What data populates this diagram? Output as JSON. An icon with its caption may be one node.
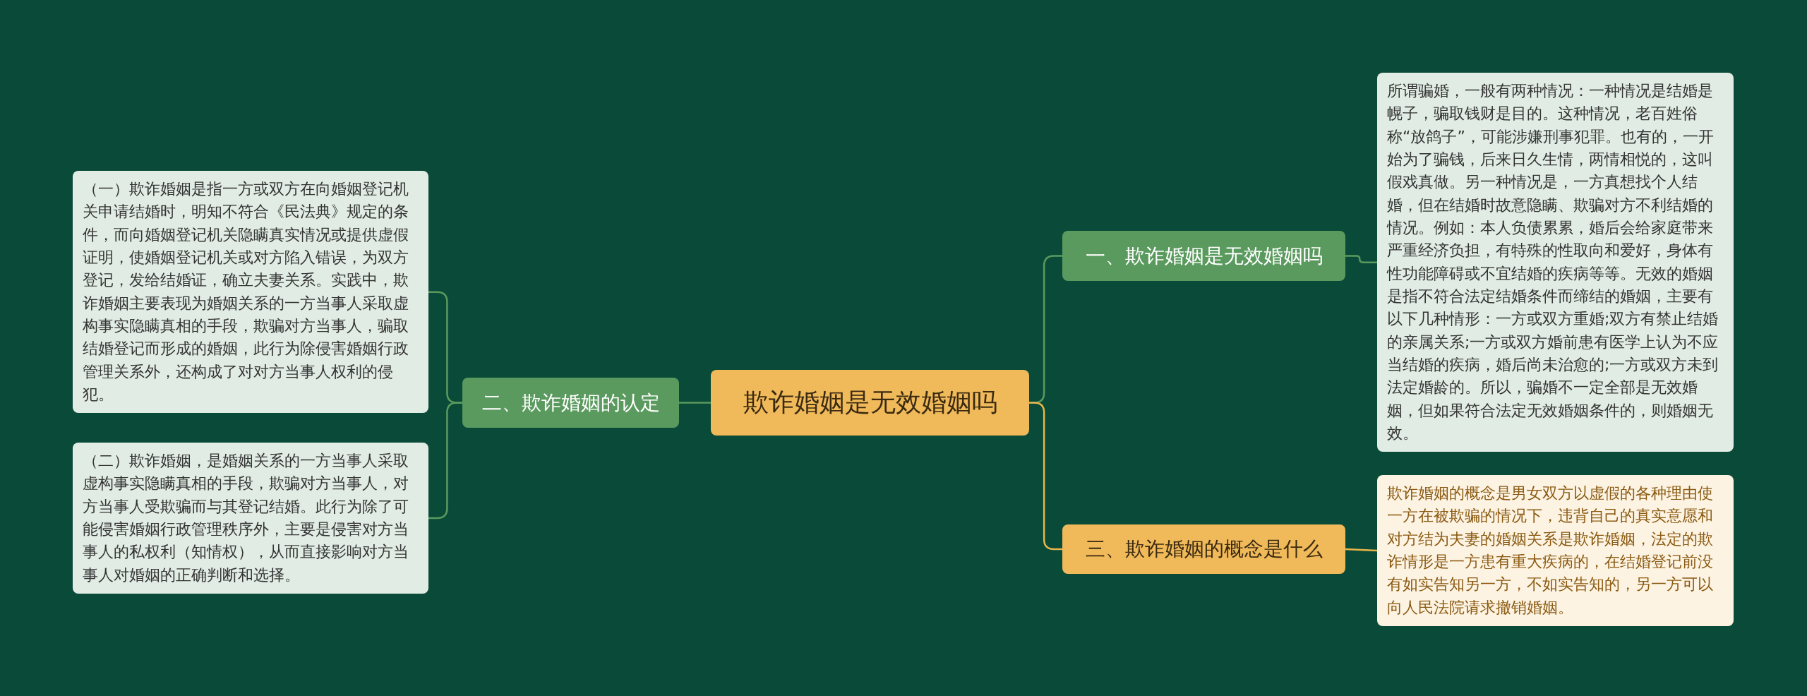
{
  "diagram": {
    "nodes": [
      {
        "text": [
          "欺诈婚姻是无效婚姻吗"
        ]
      },
      {
        "text": [
          "二、欺诈婚姻的认定"
        ]
      },
      {
        "text": [
          "（一）欺诈婚姻是指一方或双方在向婚姻登记机关申请结婚时，明知不符合《民法典》规定的条件，而向婚姻登记机关隐瞒真实情况或提供虚假证明，使婚姻登记机关或对方陷入错误，为双方登记，发给结婚证，确立夫妻关系。实践中，欺诈婚姻主要表现为婚姻关系的一方当事人采取虚构事实隐瞒真相的手段，欺骗对方当事人，骗取结婚登记而形成的婚姻，此行为除侵害婚姻行政管理关系外，还构成了对对方当事人权利的侵犯。"
        ]
      },
      {
        "text": [
          "（二）欺诈婚姻，是婚姻关系的一方当事人采取虚构事实隐瞒真相的手段，欺骗对方当事人，对方当事人受欺骗而与其登记结婚。此行为除了可能侵害婚姻行政管理秩序外，主要是侵害对方当事人的私权利（知情权），从而直接影响对方当事人对婚姻的正确判断和选择。"
        ]
      },
      {
        "text": [
          "一、欺诈婚姻是无效婚姻吗"
        ]
      },
      {
        "text": [
          "所谓骗婚，一般有两种情况：一种情况是结婚是幌子，骗取钱财是目的。这种情况，老百姓俗称“放鸽子”，可能涉嫌刑事犯罪。也有的，一开始为了骗钱，后来日久生情，两情相悦的，这叫假戏真做。另一种情况是，一方真想找个人结婚，但在结婚时故意隐瞒、欺骗对方不利结婚的情况。例如：本人负债累累，婚后会给家庭带来严重经济负担，有特殊的性取向和爱好，身体有性功能障碍或不宜结婚的疾病等等。无效的婚姻是指不符合法定结婚条件而缔结的婚姻，主要有以下几种情形：一方或双方重婚;双方有禁止结婚的亲属关系;一方或双方婚前患有医学上认为不应当结婚的疾病，婚后尚未治愈的;一方或双方未到法定婚龄的。所以，骗婚不一定全部是无效婚姻，但如果符合法定无效婚姻条件的，则婚姻无效。"
        ]
      },
      {
        "text": [
          "三、欺诈婚姻的概念是什么"
        ]
      },
      {
        "text": [
          "欺诈婚姻的概念是男女双方以虚假的各种理由使一方在被欺骗的情况下，违背自己的真实意愿和对方结为夫妻的婚姻关系是欺诈婚姻，法定的欺诈情形是一方患有重大疾病的，在结婚登记前没有如实告知另一方，不如实告知的，另一方可以向人民法院请求撤销婚姻。"
        ]
      }
    ],
    "edges": [
      {
        "from": 0,
        "to": 1,
        "arrow": "none"
      },
      {
        "from": 1,
        "to": 2,
        "arrow": "none"
      },
      {
        "from": 1,
        "to": 3,
        "arrow": "none"
      },
      {
        "from": 0,
        "to": 4,
        "arrow": "none"
      },
      {
        "from": 4,
        "to": 5,
        "arrow": "none"
      },
      {
        "from": 0,
        "to": 6,
        "arrow": "none",
        "color": "#e8b54a"
      },
      {
        "from": 6,
        "to": 7,
        "arrow": "none",
        "color": "#e8b54a"
      }
    ]
  }
}
